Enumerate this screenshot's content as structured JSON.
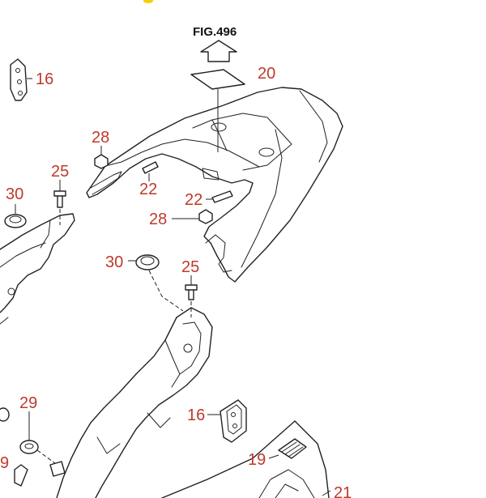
{
  "figure_reference": "FIG.496",
  "callouts": [
    {
      "id": "c16a",
      "label": "16"
    },
    {
      "id": "c20",
      "label": "20"
    },
    {
      "id": "c28a",
      "label": "28"
    },
    {
      "id": "c25a",
      "label": "25"
    },
    {
      "id": "c30a",
      "label": "30"
    },
    {
      "id": "c22a",
      "label": "22"
    },
    {
      "id": "c22b",
      "label": "22"
    },
    {
      "id": "c28b",
      "label": "28"
    },
    {
      "id": "c30b",
      "label": "30"
    },
    {
      "id": "c25b",
      "label": "25"
    },
    {
      "id": "c29",
      "label": "29"
    },
    {
      "id": "c16b",
      "label": "16"
    },
    {
      "id": "c19",
      "label": "19"
    },
    {
      "id": "c9",
      "label": "9"
    },
    {
      "id": "c21",
      "label": "21"
    }
  ],
  "colors": {
    "callout_text": "#c0392b",
    "line_art": "#222222",
    "background": "#ffffff"
  }
}
